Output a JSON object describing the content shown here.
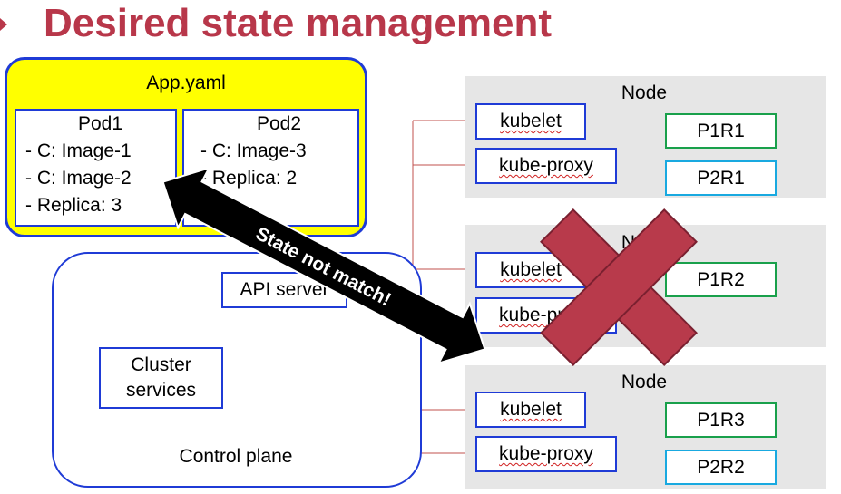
{
  "title": "Desired state management",
  "app_yaml": {
    "label": "App.yaml",
    "pod1": {
      "title": "Pod1",
      "lines": [
        "-   C: Image-1",
        "-   C: Image-2",
        "-   Replica: 3"
      ]
    },
    "pod2": {
      "title": "Pod2",
      "lines": [
        "-   C: Image-3",
        "-   Replica: 2"
      ]
    }
  },
  "control_plane": {
    "label": "Control plane",
    "api_server": "API server",
    "cluster_services": "Cluster services"
  },
  "arrow_label": "State not match!",
  "nodes": [
    {
      "label": "Node",
      "kubelet": "kubelet",
      "proxy": "kube-proxy",
      "pods": [
        "P1R1",
        "P2R1"
      ]
    },
    {
      "label": "Node",
      "kubelet": "kubelet",
      "proxy": "kube-proxy",
      "pods": [
        "P1R2"
      ]
    },
    {
      "label": "Node",
      "kubelet": "kubelet",
      "proxy": "kube-proxy",
      "pods": [
        "P1R3",
        "P2R2"
      ]
    }
  ],
  "colors": {
    "title": "#b8374a",
    "border": "#1f3bd6",
    "cross": "#b83a4b",
    "green": "#19a04b",
    "cyan": "#19a9e0"
  }
}
